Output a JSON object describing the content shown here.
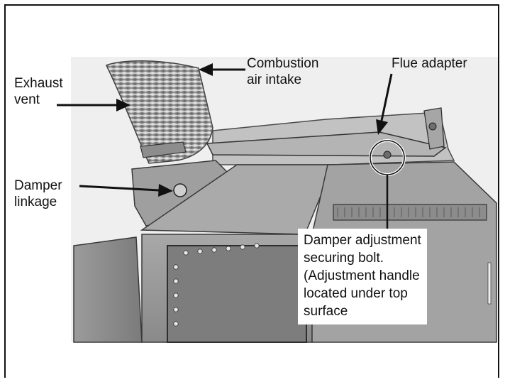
{
  "labels": {
    "combustion_air_intake": [
      "Combustion",
      "air intake"
    ],
    "flue_adapter": "Flue adapter",
    "exhaust_vent": [
      "Exhaust",
      "vent"
    ],
    "damper_linkage": [
      "Damper",
      "linkage"
    ],
    "damper_adjustment": [
      "Damper adjustment",
      "securing bolt.",
      "(Adjustment handle",
      "located under top",
      "surface"
    ]
  },
  "colors": {
    "frame": "#111111",
    "metal_light": "#c9c9c9",
    "metal_mid": "#9a9a9a",
    "metal_dark": "#555555",
    "background": "#ffffff"
  }
}
